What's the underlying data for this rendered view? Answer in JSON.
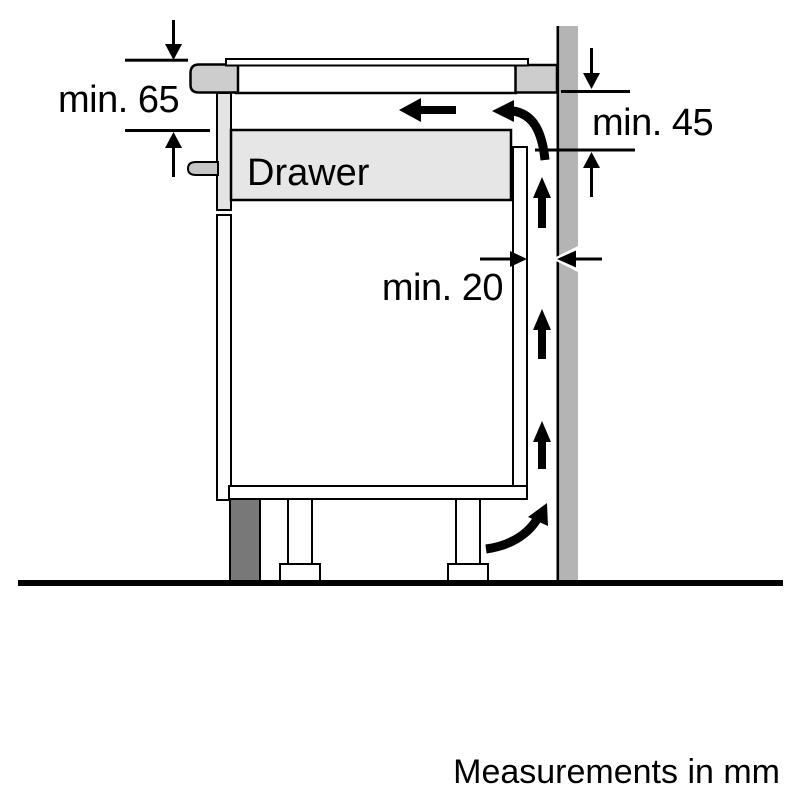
{
  "diagram": {
    "labels": {
      "drawer": "Drawer"
    },
    "dimensions": {
      "hob_to_drawer_clearance": "min. 65",
      "worktop_to_back_panel_clearance": "min. 45",
      "wall_gap": "min. 20"
    },
    "footer": {
      "note": "Measurements in mm"
    },
    "colors": {
      "wall": "#b4b4b4",
      "worktop_section": "#cdcdcd",
      "drawer_fill": "#e6e6e6",
      "front_panel_fill": "#e4e4e4",
      "handle_fill": "#c6c6c6",
      "plinth_fill": "#787878",
      "outline": "#000000",
      "background": "#ffffff"
    }
  }
}
